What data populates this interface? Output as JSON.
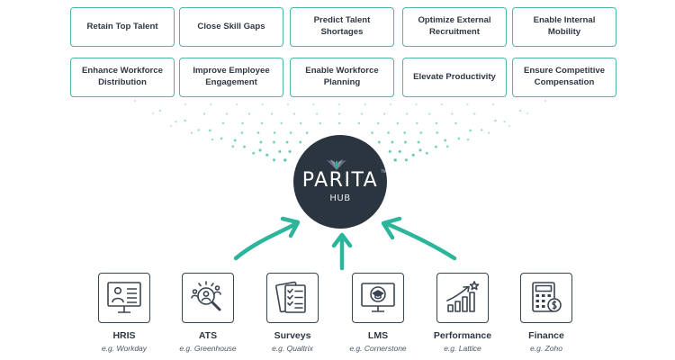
{
  "goals": [
    "Retain Top Talent",
    "Close Skill Gaps",
    "Predict Talent Shortages",
    "Optimize External Recruitment",
    "Enable Internal Mobility",
    "Enhance Workforce Distribution",
    "Improve Employee Engagement",
    "Enable Workforce Planning",
    "Elevate Productivity",
    "Ensure Competitive Compensation"
  ],
  "hub": {
    "logo": "PARITA",
    "trademark": "TM",
    "label": "HUB"
  },
  "sources": [
    {
      "name": "HRIS",
      "example": "e.g. Workday",
      "icon": "hris-profile-icon"
    },
    {
      "name": "ATS",
      "example": "e.g. Greenhouse",
      "icon": "candidate-search-icon"
    },
    {
      "name": "Surveys",
      "example": "e.g. Qualtrix",
      "icon": "survey-checklist-icon"
    },
    {
      "name": "LMS",
      "example": "e.g. Cornerstone",
      "icon": "learning-monitor-icon"
    },
    {
      "name": "Performance",
      "example": "e.g. Lattice",
      "icon": "performance-chart-icon"
    },
    {
      "name": "Finance",
      "example": "e.g. Zoho",
      "icon": "finance-calculator-icon"
    }
  ],
  "colors": {
    "accent": "#2bb59a",
    "hub": "#2b3540",
    "border": "#4fb5a4",
    "icon": "#3a4450"
  }
}
